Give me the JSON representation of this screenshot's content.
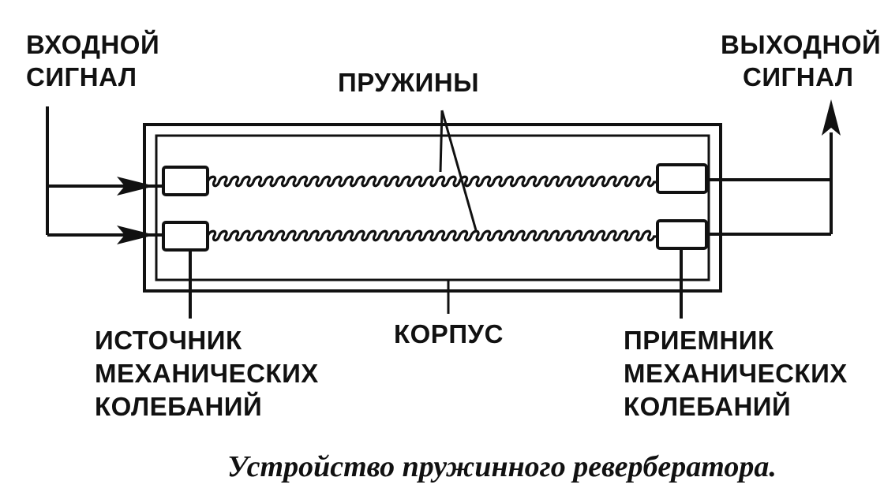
{
  "labels": {
    "input_line1": "ВХОДНОЙ",
    "input_line2": "СИГНАЛ",
    "output_line1": "ВЫХОДНОЙ",
    "output_line2": "СИГНАЛ",
    "springs": "ПРУЖИНЫ",
    "housing": "КОРПУС",
    "source_line1": "ИСТОЧНИК",
    "source_line2": "МЕХАНИЧЕСКИХ",
    "source_line3": "КОЛЕБАНИЙ",
    "receiver_line1": "ПРИЕМНИК",
    "receiver_line2": "МЕХАНИЧЕСКИХ",
    "receiver_line3": "КОЛЕБАНИЙ"
  },
  "caption": "Устройство пружинного ревербератора.",
  "colors": {
    "ink": "#111111",
    "background": "#ffffff"
  }
}
